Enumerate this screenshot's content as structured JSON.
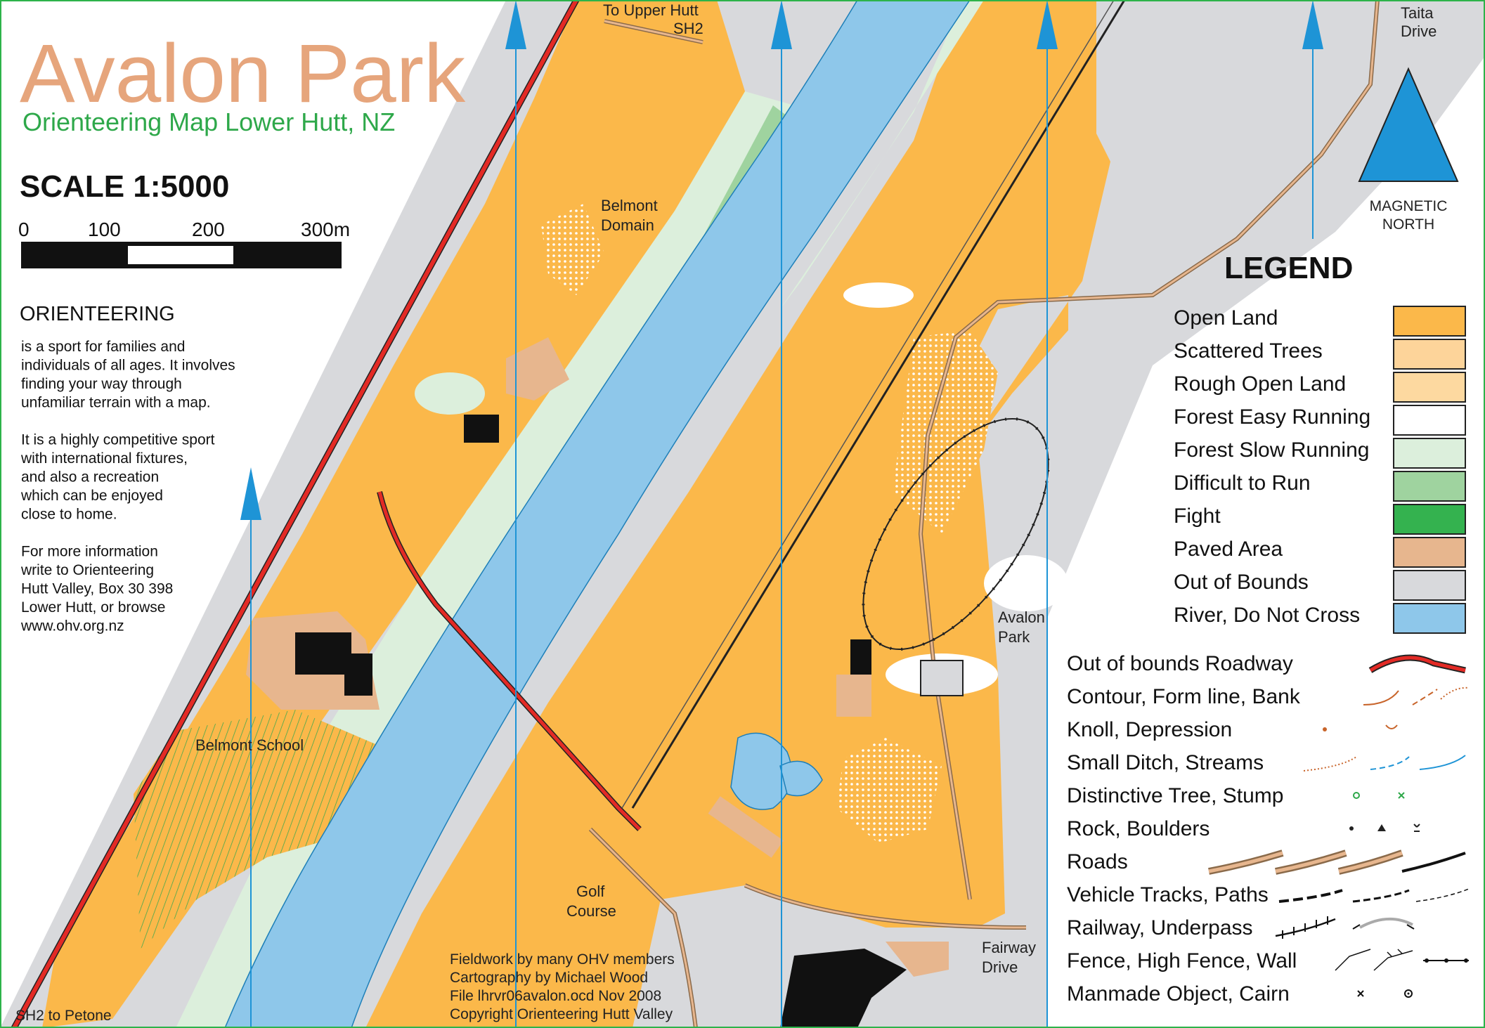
{
  "header": {
    "title": "Avalon Park",
    "subtitle": "Orienteering Map  Lower Hutt, NZ"
  },
  "scale": {
    "label": "SCALE 1:5000",
    "ticks": [
      "0",
      "100",
      "200",
      "300m"
    ]
  },
  "info": {
    "heading": "ORIENTEERING",
    "lines": [
      "is a sport for families and",
      "individuals of all ages. It involves",
      "finding your way through",
      "unfamiliar terrain with a map.",
      "",
      "It is a highly competitive sport",
      "with international fixtures,",
      "and also a recreation",
      "which can be enjoyed",
      "close to home.",
      "",
      "For more information",
      "write to Orienteering",
      "Hutt Valley, Box 30 398",
      "Lower Hutt, or browse",
      "www.ohv.org.nz"
    ]
  },
  "places": {
    "upper_hutt_line1": "To Upper Hutt",
    "upper_hutt_line2": "SH2",
    "taita_line1": "Taita",
    "taita_line2": "Drive",
    "belmont_domain_line1": "Belmont",
    "belmont_domain_line2": "Domain",
    "belmont_school": "Belmont School",
    "avalon_park_line1": "Avalon",
    "avalon_park_line2": "Park",
    "golf_line1": "Golf",
    "golf_line2": "Course",
    "fairway_line1": "Fairway",
    "fairway_line2": "Drive",
    "petone": "SH2 to Petone"
  },
  "north": {
    "label_line1": "MAGNETIC",
    "label_line2": "NORTH"
  },
  "legend": {
    "title": "LEGEND",
    "swatches": [
      {
        "label": "Open Land",
        "color": "#fbb84a"
      },
      {
        "label": "Scattered Trees",
        "color": "#fdd49a"
      },
      {
        "label": "Rough Open Land",
        "color": "#fdd9a0"
      },
      {
        "label": "Forest Easy Running",
        "color": "#ffffff"
      },
      {
        "label": "Forest Slow Running",
        "color": "#dcefdc"
      },
      {
        "label": "Difficult to Run",
        "color": "#9fd39f"
      },
      {
        "label": "Fight",
        "color": "#34b24f"
      },
      {
        "label": "Paved Area",
        "color": "#e7b68e"
      },
      {
        "label": "Out of Bounds",
        "color": "#d8d9dc"
      },
      {
        "label": "River, Do Not Cross",
        "color": "#8ec7ea"
      }
    ],
    "symbols": [
      {
        "label": "Out of bounds Roadway",
        "icon": "roadway-symbol"
      },
      {
        "label": "Contour, Form line, Bank",
        "icon": "contour-symbol"
      },
      {
        "label": "Knoll, Depression",
        "icon": "knoll-symbol"
      },
      {
        "label": "Small Ditch, Streams",
        "icon": "stream-symbol"
      },
      {
        "label": "Distinctive Tree, Stump",
        "icon": "tree-symbol"
      },
      {
        "label": "Rock, Boulders",
        "icon": "rock-symbol"
      },
      {
        "label": "Roads",
        "icon": "road-symbol"
      },
      {
        "label": "Vehicle Tracks, Paths",
        "icon": "path-symbol"
      },
      {
        "label": "Railway, Underpass",
        "icon": "railway-symbol"
      },
      {
        "label": "Fence, High Fence, Wall",
        "icon": "fence-symbol"
      },
      {
        "label": "Manmade Object, Cairn",
        "icon": "cairn-symbol"
      }
    ]
  },
  "credits": [
    "Fieldwork by many OHV members",
    "Cartography by Michael Wood",
    "File lhrvr06avalon.ocd Nov 2008",
    "Copyright Orienteering Hutt Valley"
  ],
  "colors": {
    "open_land": "#fbb84a",
    "river": "#8ec7ea",
    "out_of_bounds": "#d8d9dc",
    "forest_slow": "#dcefdc",
    "difficult": "#9fd39f",
    "paved": "#e7b68e",
    "roadway": "#e32a25",
    "north_arrow": "#1e94d6",
    "title": "#e6a57c",
    "subtitle": "#2ea84a"
  }
}
